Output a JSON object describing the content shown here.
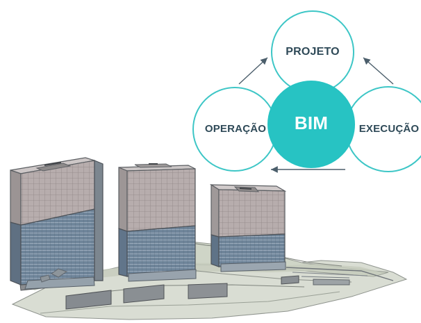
{
  "diagram": {
    "center": {
      "label": "BIM"
    },
    "nodes": [
      {
        "id": "projeto",
        "label": "PROJETO"
      },
      {
        "id": "operacao",
        "label": "OPERAÇÃO"
      },
      {
        "id": "execucao",
        "label": "EXECUÇÃO"
      }
    ],
    "colors": {
      "accent": "#27c3c3",
      "ring": "#3dc6c6",
      "text_dark": "#2f4a58",
      "text_light": "#ffffff",
      "arrow": "#4b5e6b"
    }
  },
  "illustration": {
    "subject": "3d-building-model",
    "colors": {
      "concrete": "#b8b0b0",
      "glass": "#6e8399",
      "ground": "#d8ddd4",
      "outline": "#5c5f63"
    }
  }
}
